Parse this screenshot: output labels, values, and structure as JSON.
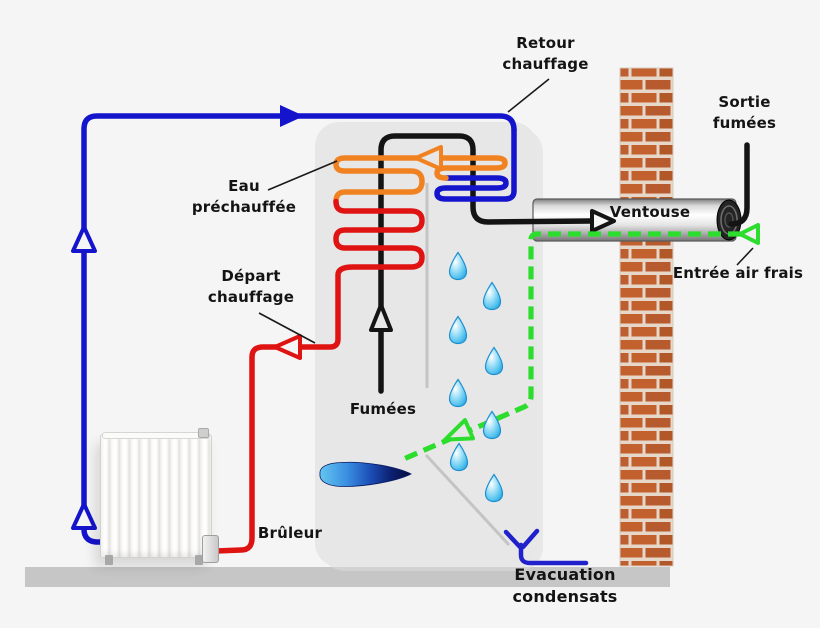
{
  "diagram": {
    "title_hint": "Schéma chaudière à condensation",
    "labels": {
      "heating_return": "Retour\nchauffage",
      "flue_outlet": "Sortie\nfumées",
      "preheated_water": "Eau\npréchauffée",
      "heating_flow": "Départ\nchauffage",
      "flue_gases": "Fumées",
      "flue_terminal": "Ventouse",
      "fresh_air_inlet": "Entrée air frais",
      "burner": "Brûleur",
      "condensate_drain": "Evacuation condensats"
    },
    "colors": {
      "heating-return": "#1414cc",
      "heating-flow": "#e01313",
      "preheated-coil": "#f08222",
      "flue": "#141414",
      "fresh-air": "#2ddd2d",
      "condensate": "#2121cc",
      "droplet": "#55c3ef",
      "brick": "#c2602e",
      "mortar": "#e7d7c9",
      "floor": "#c6c6c6",
      "boiler-body": "#e7e7e7",
      "background": "#f5f5f5"
    }
  }
}
